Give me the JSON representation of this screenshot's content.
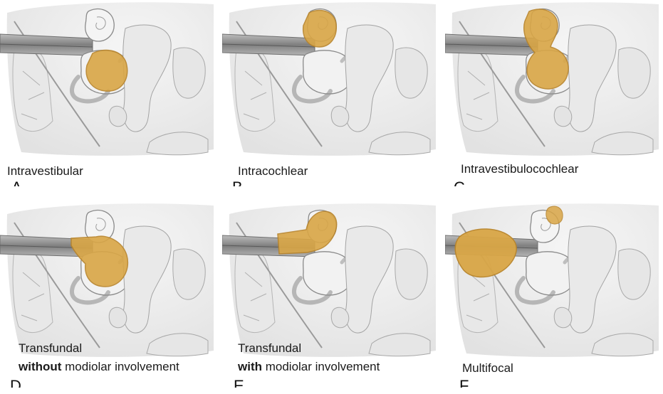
{
  "figure": {
    "panels": [
      {
        "id": "A",
        "letter": "A",
        "caption": "Intravestibular",
        "tumor": "vestibule"
      },
      {
        "id": "B",
        "letter": "B",
        "caption": "Intracochlear",
        "tumor": "cochlea"
      },
      {
        "id": "C",
        "letter": "C",
        "caption": "Intravestibulocochlear",
        "tumor": "vestibule+cochlea"
      },
      {
        "id": "D",
        "letter": "D",
        "caption_line1": "Transfundal",
        "caption_bold": "without",
        "caption_rest": " modiolar involvement",
        "tumor": "vestibule+fundus"
      },
      {
        "id": "E",
        "letter": "E",
        "caption_line1": "Transfundal",
        "caption_bold": "with",
        "caption_rest": " modiolar involvement",
        "tumor": "cochlea+fundus"
      },
      {
        "id": "F",
        "letter": "F",
        "caption": "Multifocal",
        "tumor": "cpa+cochlea"
      }
    ],
    "colors": {
      "tumor": "#d9a646",
      "tumor_edge": "#b8842a",
      "bone": "#ececec",
      "nerve": "#8c8c8c",
      "outline": "#7a7a7a"
    }
  }
}
